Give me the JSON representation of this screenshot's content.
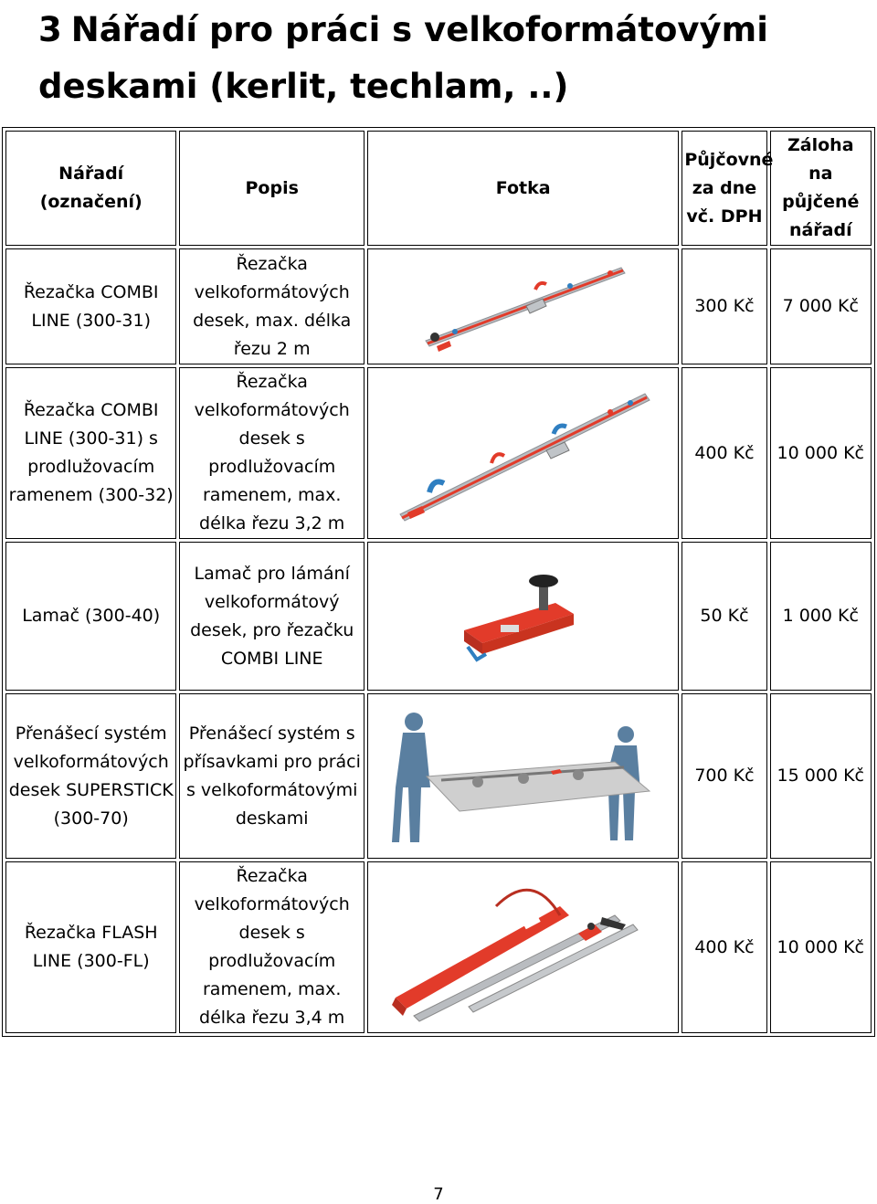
{
  "heading": {
    "number": "3",
    "title_line1": "Nářadí pro práci s velkoformátovými",
    "title_line2": "deskami (kerlit, techlam, ..)"
  },
  "table": {
    "headers": {
      "tool": "Nářadí (označení)",
      "description": "Popis",
      "photo": "Fotka",
      "rental": "Půjčovné za dne vč. DPH",
      "deposit": "Záloha na půjčené nářadí"
    },
    "rows": [
      {
        "tool": "Řezačka COMBI LINE (300-31)",
        "description": "Řezačka velkoformátových desek, max. délka řezu 2 m",
        "rental": "300 Kč",
        "deposit": "7 000 Kč",
        "photo_icon": "rail-cutter-icon"
      },
      {
        "tool": "Řezačka COMBI LINE (300-31) s prodlužovacím ramenem (300-32)",
        "description": "Řezačka velkoformátových desek s prodlužovacím ramenem, max. délka řezu 3,2 m",
        "rental": "400 Kč",
        "deposit": "10 000 Kč",
        "photo_icon": "extended-rail-cutter-icon"
      },
      {
        "tool": "Lamač (300-40)",
        "description": "Lamač pro lámání velkoformátový desek, pro řezačku COMBI LINE",
        "rental": "50 Kč",
        "deposit": "1 000 Kč",
        "photo_icon": "breaker-icon"
      },
      {
        "tool": "Přenášecí systém velkoformátových desek SUPERSTICK (300-70)",
        "description": "Přenášecí systém s přísavkami pro práci s velkoformátovými deskami",
        "rental": "700 Kč",
        "deposit": "15 000 Kč",
        "photo_icon": "carrying-system-icon"
      },
      {
        "tool": "Řezačka FLASH LINE (300-FL)",
        "description": "Řezačka velkoformátových desek s prodlužovacím ramenem, max. délka řezu 3,4 m",
        "rental": "400 Kč",
        "deposit": "10 000 Kč",
        "photo_icon": "flash-line-cutter-icon"
      }
    ]
  },
  "footer": {
    "page_number": "7"
  },
  "colors": {
    "accent_red": "#e23b2a",
    "rail_grey": "#b9bcc0",
    "handle_blue": "#2f7fc1",
    "figure_blue": "#5a7fa0"
  }
}
